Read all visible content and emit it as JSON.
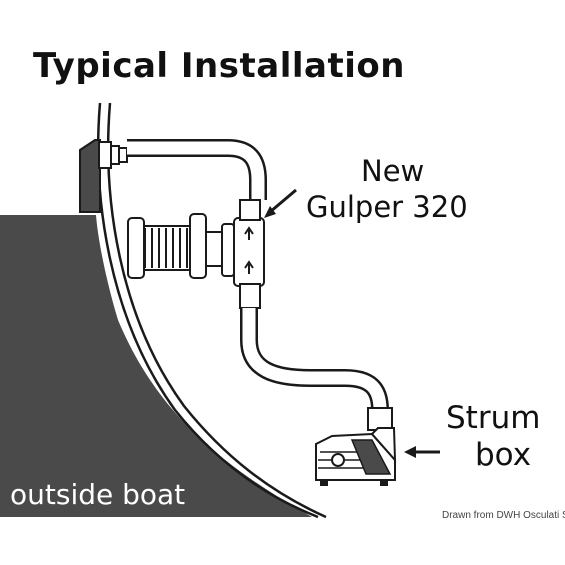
{
  "title": "Typical Installation",
  "labels": {
    "pump_line1": "New",
    "pump_line2": "Gulper 320",
    "strum_line1": "Strum",
    "strum_line2": "box",
    "outside": "outside boat",
    "credit": "Drawn from DWH Osculati SpA"
  },
  "colors": {
    "hull": "#4a4a4a",
    "line": "#1a1a1a",
    "fill": "#ffffff",
    "text": "#111111"
  }
}
